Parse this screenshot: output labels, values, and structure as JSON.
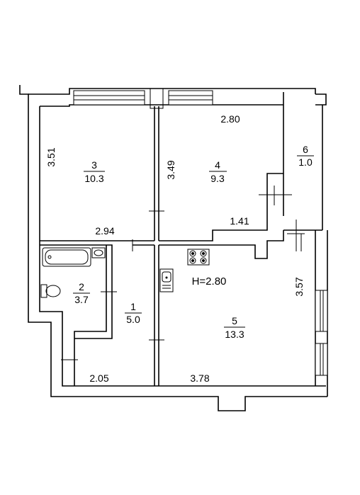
{
  "ceiling_height": "H=2.80",
  "rooms": [
    {
      "number": "3",
      "area": "10.3"
    },
    {
      "number": "4",
      "area": "9.3"
    },
    {
      "number": "6",
      "area": "1.0"
    },
    {
      "number": "2",
      "area": "3.7"
    },
    {
      "number": "1",
      "area": "5.0"
    },
    {
      "number": "5",
      "area": "13.3"
    }
  ],
  "dimensions": {
    "room3_height": "3.51",
    "room4_width": "2.80",
    "room4_height": "3.49",
    "room3_width": "2.94",
    "room4_lower": "1.41",
    "room5_height": "3.57",
    "bottom_left": "2.05",
    "bottom_right": "3.78"
  }
}
